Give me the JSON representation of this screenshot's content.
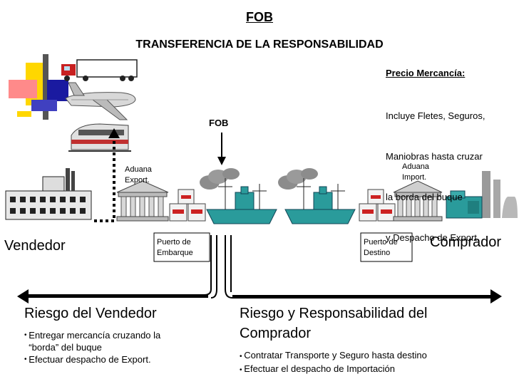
{
  "header": {
    "title": "FOB",
    "subtitle": "TRANSFERENCIA DE LA RESPONSABILIDAD"
  },
  "price": {
    "heading": "Precio Mercancía:",
    "lines": [
      "Incluye Fletes, Seguros,",
      "Maniobras hasta cruzar",
      "la borda del buque",
      "y Despacho de Export."
    ]
  },
  "fob_marker": "FOB",
  "labels": {
    "aduana_export": "Aduana\nExport.",
    "aduana_import": "Aduana\nImport.",
    "puerto_embarque": "Puerto de\nEmbarque",
    "puerto_destino": "Puerto de\nDestino",
    "vendedor": "Vendedor",
    "comprador": "Comprador"
  },
  "seller_risk": {
    "heading": "Riesgo del Vendedor",
    "bullets": [
      "Entregar mercancía cruzando la\n“borda” del buque",
      "Efectuar despacho de Export."
    ]
  },
  "buyer_risk": {
    "heading": "Riesgo y Responsabilidad del\nComprador",
    "bullets": [
      "Contratar Transporte y Seguro hasta destino",
      "Efectuar el despacho de Importación"
    ]
  },
  "colors": {
    "ship": "#2a9b9b",
    "smoke": "#8c8c8c",
    "crate_red": "#cc2222",
    "arrow": "#000000"
  }
}
